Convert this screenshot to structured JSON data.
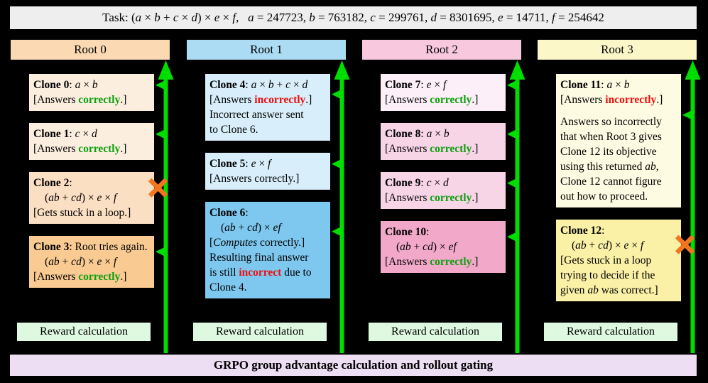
{
  "task_bar": {
    "bg": "#EEEEEE",
    "segments": [
      {
        "t": "Task: ",
        "s": "p"
      },
      {
        "t": "(a × b + c × d) × e × f,",
        "s": "m"
      },
      {
        "t": "   ",
        "s": "p"
      },
      {
        "t": "a = 247723, b = 763182, c = 299761, d = 8301695, e = 14711, f = 254642",
        "s": "m"
      }
    ]
  },
  "colors": {
    "arrow_green": "#00DE00",
    "cross_orange": "#F1761D",
    "correct_green": "#0FA00F",
    "incorrect_red": "#EE0F0F",
    "reward_bg": "#DFF8E0",
    "bottom_bar_bg": "#EDDEF4"
  },
  "bottom_bar": {
    "label": "GRPO group advantage calculation and rollout gating"
  },
  "columns": [
    {
      "title": "Root 0",
      "header_bg": "#FAD9B3",
      "reward_label": "Reward calculation",
      "clones": [
        {
          "bg": "#FCEEDF",
          "marker": "arrow",
          "lines": [
            {
              "seg": [
                {
                  "t": "Clone 0",
                  "s": "b"
                },
                {
                  "t": ": ",
                  "s": "p"
                },
                {
                  "t": "a × b",
                  "s": "m"
                }
              ]
            },
            {
              "seg": [
                {
                  "t": "[Answers ",
                  "s": "p"
                },
                {
                  "t": "correctly",
                  "s": "g"
                },
                {
                  "t": ".]",
                  "s": "p"
                }
              ]
            }
          ]
        },
        {
          "bg": "#FCEEDF",
          "marker": "arrow",
          "lines": [
            {
              "seg": [
                {
                  "t": "Clone 1",
                  "s": "b"
                },
                {
                  "t": ": ",
                  "s": "p"
                },
                {
                  "t": "c × d",
                  "s": "m"
                }
              ]
            },
            {
              "seg": [
                {
                  "t": "[Answers ",
                  "s": "p"
                },
                {
                  "t": "correctly",
                  "s": "g"
                },
                {
                  "t": ".]",
                  "s": "p"
                }
              ]
            }
          ]
        },
        {
          "bg": "#FBDFC3",
          "marker": "cross",
          "lines": [
            {
              "seg": [
                {
                  "t": "Clone 2",
                  "s": "b"
                },
                {
                  "t": ":",
                  "s": "p"
                }
              ]
            },
            {
              "indent": true,
              "seg": [
                {
                  "t": "(ab + cd) × e × f",
                  "s": "m"
                }
              ]
            },
            {
              "seg": [
                {
                  "t": "[Gets stuck in a loop.]",
                  "s": "p"
                }
              ]
            }
          ]
        },
        {
          "bg": "#F9CA92",
          "marker": "arrow",
          "lines": [
            {
              "seg": [
                {
                  "t": "Clone 3",
                  "s": "b"
                },
                {
                  "t": ": Root tries again.",
                  "s": "p"
                }
              ]
            },
            {
              "indent": true,
              "seg": [
                {
                  "t": "(ab + cd) × e × f",
                  "s": "m"
                }
              ]
            },
            {
              "seg": [
                {
                  "t": "[Answers ",
                  "s": "p"
                },
                {
                  "t": "correctly",
                  "s": "g"
                },
                {
                  "t": ".]",
                  "s": "p"
                }
              ]
            }
          ]
        }
      ]
    },
    {
      "title": "Root 1",
      "header_bg": "#ABDCF3",
      "reward_label": "Reward calculation",
      "clones": [
        {
          "bg": "#D8EEFA",
          "marker": "arrow",
          "lines": [
            {
              "seg": [
                {
                  "t": "Clone 4",
                  "s": "b"
                },
                {
                  "t": ": ",
                  "s": "p"
                },
                {
                  "t": "a × b + c × d",
                  "s": "m"
                }
              ]
            },
            {
              "seg": [
                {
                  "t": "[Answers ",
                  "s": "p"
                },
                {
                  "t": "incorrectly",
                  "s": "r"
                },
                {
                  "t": ".]",
                  "s": "p"
                }
              ]
            },
            {
              "seg": [
                {
                  "t": "Incorrect answer sent",
                  "s": "p"
                }
              ]
            },
            {
              "seg": [
                {
                  "t": "to Clone 6.",
                  "s": "p"
                }
              ]
            }
          ]
        },
        {
          "bg": "#D8EEFA",
          "marker": "arrow",
          "lines": [
            {
              "seg": [
                {
                  "t": "Clone 5",
                  "s": "b"
                },
                {
                  "t": ": ",
                  "s": "p"
                },
                {
                  "t": "e × f",
                  "s": "m"
                }
              ]
            },
            {
              "seg": [
                {
                  "t": "[Answers correctly.]",
                  "s": "p"
                }
              ]
            }
          ]
        },
        {
          "bg": "#7EC8EF",
          "marker": "arrow",
          "lines": [
            {
              "seg": [
                {
                  "t": "Clone 6",
                  "s": "b"
                },
                {
                  "t": ":",
                  "s": "p"
                }
              ]
            },
            {
              "indent": true,
              "seg": [
                {
                  "t": "(ab + cd) × ef",
                  "s": "m"
                }
              ]
            },
            {
              "seg": [
                {
                  "t": "[",
                  "s": "p"
                },
                {
                  "t": "Computes",
                  "s": "i"
                },
                {
                  "t": " correctly.]",
                  "s": "p"
                }
              ]
            },
            {
              "seg": [
                {
                  "t": "Resulting final answer",
                  "s": "p"
                }
              ]
            },
            {
              "seg": [
                {
                  "t": "is still ",
                  "s": "p"
                },
                {
                  "t": "incorrect",
                  "s": "r"
                },
                {
                  "t": " due to",
                  "s": "p"
                }
              ]
            },
            {
              "seg": [
                {
                  "t": "Clone 4.",
                  "s": "p"
                }
              ]
            }
          ]
        }
      ]
    },
    {
      "title": "Root 2",
      "header_bg": "#F7C8DE",
      "reward_label": "Reward calculation",
      "clones": [
        {
          "bg": "#FCEFF7",
          "marker": "arrow",
          "lines": [
            {
              "seg": [
                {
                  "t": "Clone 7",
                  "s": "b"
                },
                {
                  "t": ": ",
                  "s": "p"
                },
                {
                  "t": "e × f",
                  "s": "m"
                }
              ]
            },
            {
              "seg": [
                {
                  "t": "[Answers ",
                  "s": "p"
                },
                {
                  "t": "correctly",
                  "s": "g"
                },
                {
                  "t": ".]",
                  "s": "p"
                }
              ]
            }
          ]
        },
        {
          "bg": "#F8D4E7",
          "marker": "arrow",
          "lines": [
            {
              "seg": [
                {
                  "t": "Clone 8",
                  "s": "b"
                },
                {
                  "t": ": ",
                  "s": "p"
                },
                {
                  "t": "a × b",
                  "s": "m"
                }
              ]
            },
            {
              "seg": [
                {
                  "t": "[Answers ",
                  "s": "p"
                },
                {
                  "t": "correctly",
                  "s": "g"
                },
                {
                  "t": ".]",
                  "s": "p"
                }
              ]
            }
          ]
        },
        {
          "bg": "#F8D4E7",
          "marker": "arrow",
          "lines": [
            {
              "seg": [
                {
                  "t": "Clone 9",
                  "s": "b"
                },
                {
                  "t": ": ",
                  "s": "p"
                },
                {
                  "t": "c × d",
                  "s": "m"
                }
              ]
            },
            {
              "seg": [
                {
                  "t": "[Answers ",
                  "s": "p"
                },
                {
                  "t": "correctly",
                  "s": "g"
                },
                {
                  "t": ".]",
                  "s": "p"
                }
              ]
            }
          ]
        },
        {
          "bg": "#F2A9C9",
          "marker": "arrow",
          "lines": [
            {
              "seg": [
                {
                  "t": "Clone 10",
                  "s": "b"
                },
                {
                  "t": ":",
                  "s": "p"
                }
              ]
            },
            {
              "indent": true,
              "seg": [
                {
                  "t": "(ab + cd) × ef",
                  "s": "m"
                }
              ]
            },
            {
              "seg": [
                {
                  "t": "[Answers ",
                  "s": "p"
                },
                {
                  "t": "correctly",
                  "s": "g"
                },
                {
                  "t": ".]",
                  "s": "p"
                }
              ]
            }
          ]
        }
      ]
    },
    {
      "title": "Root 3",
      "header_bg": "#FBF7C8",
      "reward_label": "Reward calculation",
      "clones": [
        {
          "bg": "#FDFBE1",
          "marker": "arrow",
          "lines": [
            {
              "seg": [
                {
                  "t": "Clone 11",
                  "s": "b"
                },
                {
                  "t": ": ",
                  "s": "p"
                },
                {
                  "t": "a × b",
                  "s": "m"
                }
              ]
            },
            {
              "seg": [
                {
                  "t": "[Answers ",
                  "s": "p"
                },
                {
                  "t": "incorrectly",
                  "s": "r"
                },
                {
                  "t": ".]",
                  "s": "p"
                }
              ]
            },
            {
              "blank": true,
              "seg": []
            },
            {
              "seg": [
                {
                  "t": "Answers so incorrectly",
                  "s": "p"
                }
              ]
            },
            {
              "seg": [
                {
                  "t": "that when Root 3 gives",
                  "s": "p"
                }
              ]
            },
            {
              "seg": [
                {
                  "t": "Clone 12 its objective",
                  "s": "p"
                }
              ]
            },
            {
              "seg": [
                {
                  "t": "using this returned ",
                  "s": "p"
                },
                {
                  "t": "ab",
                  "s": "m"
                },
                {
                  "t": ",",
                  "s": "p"
                }
              ]
            },
            {
              "seg": [
                {
                  "t": "Clone 12 cannot figure",
                  "s": "p"
                }
              ]
            },
            {
              "seg": [
                {
                  "t": "out how to proceed.",
                  "s": "p"
                }
              ]
            }
          ]
        },
        {
          "bg": "#FAF0A6",
          "marker": "cross",
          "lines": [
            {
              "seg": [
                {
                  "t": "Clone 12",
                  "s": "b"
                },
                {
                  "t": ":",
                  "s": "p"
                }
              ]
            },
            {
              "indent": true,
              "seg": [
                {
                  "t": "(ab + cd) × e × f",
                  "s": "m"
                }
              ]
            },
            {
              "seg": [
                {
                  "t": "[Gets stuck in a loop",
                  "s": "p"
                }
              ]
            },
            {
              "seg": [
                {
                  "t": "trying to decide if the",
                  "s": "p"
                }
              ]
            },
            {
              "seg": [
                {
                  "t": "given ",
                  "s": "p"
                },
                {
                  "t": "ab",
                  "s": "m"
                },
                {
                  "t": " was correct.]",
                  "s": "p"
                }
              ]
            }
          ]
        }
      ]
    }
  ]
}
